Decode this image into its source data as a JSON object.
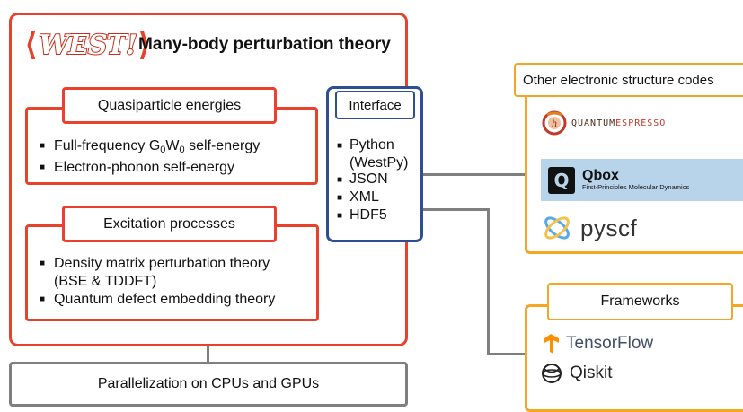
{
  "west": {
    "logo_left": "⟨",
    "logo_word": "WEST!",
    "logo_right": "⟩",
    "title": "Many-body perturbation theory",
    "quasiparticle": {
      "title": "Quasiparticle energies",
      "item1_pre": "Full-frequency G",
      "item1_sub1": "0",
      "item1_mid": "W",
      "item1_sub2": "0",
      "item1_post": " self-energy",
      "item2": "Electron-phonon self-energy"
    },
    "excitation": {
      "title": "Excitation processes",
      "item1_line1": "Density matrix perturbation theory",
      "item1_line2": "(BSE & TDDFT)",
      "item2": "Quantum defect embedding theory"
    }
  },
  "interface": {
    "title": "Interface",
    "items": [
      "Python",
      "(WestPy)",
      "JSON",
      "XML",
      "HDF5"
    ]
  },
  "parallelization": {
    "label": "Parallelization on CPUs and GPUs"
  },
  "other_codes": {
    "title": "Other electronic structure codes",
    "quantum_espresso": {
      "part1": "QUANTUM",
      "part2": "ESPRESSO"
    },
    "qbox": {
      "name": "Qbox",
      "subtitle": "First-Principles Molecular Dynamics"
    },
    "pyscf": {
      "name": "pyscf"
    }
  },
  "frameworks": {
    "title": "Frameworks",
    "tensorflow": "TensorFlow",
    "qiskit": "Qiskit"
  },
  "colors": {
    "west": "#e8422c",
    "interface": "#2f4f93",
    "external": "#f5a623",
    "connector": "#7f7f7f"
  }
}
